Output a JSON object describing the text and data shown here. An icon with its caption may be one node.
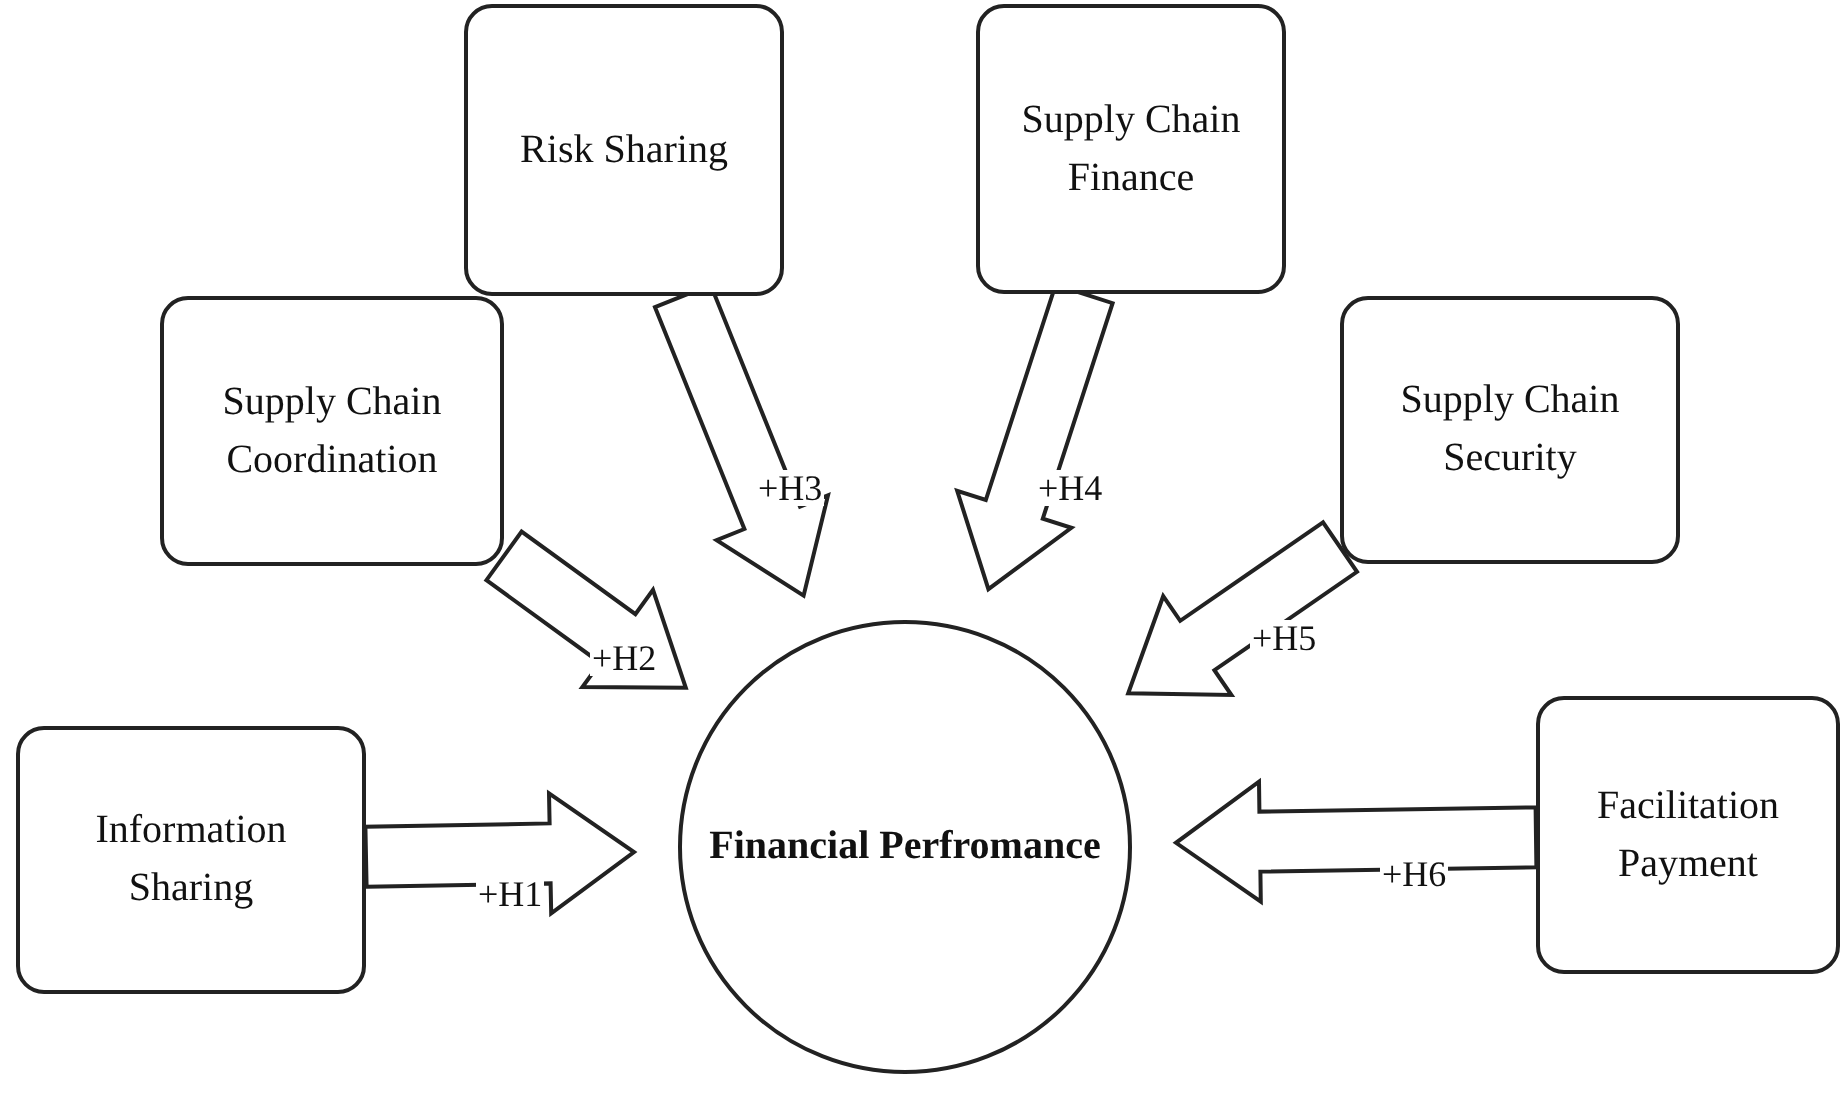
{
  "diagram": {
    "nodes": [
      {
        "text": [
          "Information Sharing"
        ]
      },
      {
        "text": [
          "Supply Chain Coordination"
        ]
      },
      {
        "text": [
          "Risk Sharing"
        ]
      },
      {
        "text": [
          "Supply Chain Finance"
        ]
      },
      {
        "text": [
          "Supply Chain Security"
        ]
      },
      {
        "text": [
          "Facilitation Payment"
        ]
      },
      {
        "text": [
          "Financial Perfromance"
        ]
      }
    ],
    "edges": [
      {
        "from": 0,
        "to": 6,
        "arrow": "to",
        "label": "+H1"
      },
      {
        "from": 1,
        "to": 6,
        "arrow": "to",
        "label": "+H2"
      },
      {
        "from": 2,
        "to": 6,
        "arrow": "to",
        "label": "+H3"
      },
      {
        "from": 3,
        "to": 6,
        "arrow": "to",
        "label": "+H4"
      },
      {
        "from": 4,
        "to": 6,
        "arrow": "to",
        "label": "+H5"
      },
      {
        "from": 5,
        "to": 6,
        "arrow": "to",
        "label": "+H6"
      }
    ]
  }
}
